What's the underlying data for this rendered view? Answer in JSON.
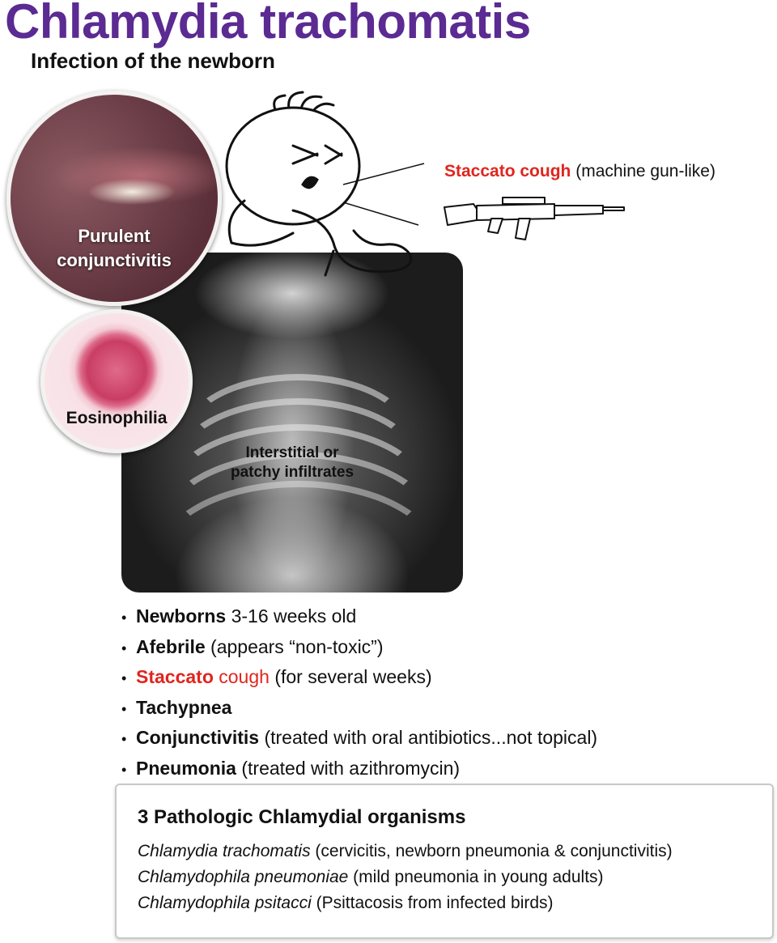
{
  "title": "Chlamydia trachomatis",
  "subtitle": "Infection of the newborn",
  "images": {
    "conjunctivitis_label_line1": "Purulent",
    "conjunctivitis_label_line2": "conjunctivitis",
    "eosinophilia_label": "Eosinophilia",
    "xray_label_line1": "Interstitial or",
    "xray_label_line2": "patchy infiltrates"
  },
  "cough_callout": {
    "emphasis": "Staccato cough",
    "rest": " (machine gun-like)"
  },
  "bullets": [
    {
      "bold": "Newborns",
      "rest": " 3-16 weeks old"
    },
    {
      "bold": "Afebrile",
      "rest": " (appears “non-toxic”)"
    },
    {
      "bold": "Staccato",
      "red_normal": " cough",
      "rest": " (for several weeks)"
    },
    {
      "bold": "Tachypnea",
      "rest": ""
    },
    {
      "bold": "Conjunctivitis",
      "rest": " (treated with oral antibiotics...not topical)"
    },
    {
      "bold": "Pneumonia",
      "rest": " (treated with azithromycin)"
    }
  ],
  "bullet_symbol": "•",
  "organisms_box": {
    "title": "3 Pathologic Chlamydial organisms",
    "items": [
      {
        "name": "Chlamydia trachomatis",
        "desc": " (cervicitis, newborn pneumonia & conjunctivitis)"
      },
      {
        "name": "Chlamydophila pneumoniae",
        "desc": " (mild pneumonia in young adults)"
      },
      {
        "name": "Chlamydophila psitacci",
        "desc": " (Psittacosis from infected birds)"
      }
    ]
  },
  "colors": {
    "title": "#5b2a92",
    "accent_red": "#e0251e"
  }
}
